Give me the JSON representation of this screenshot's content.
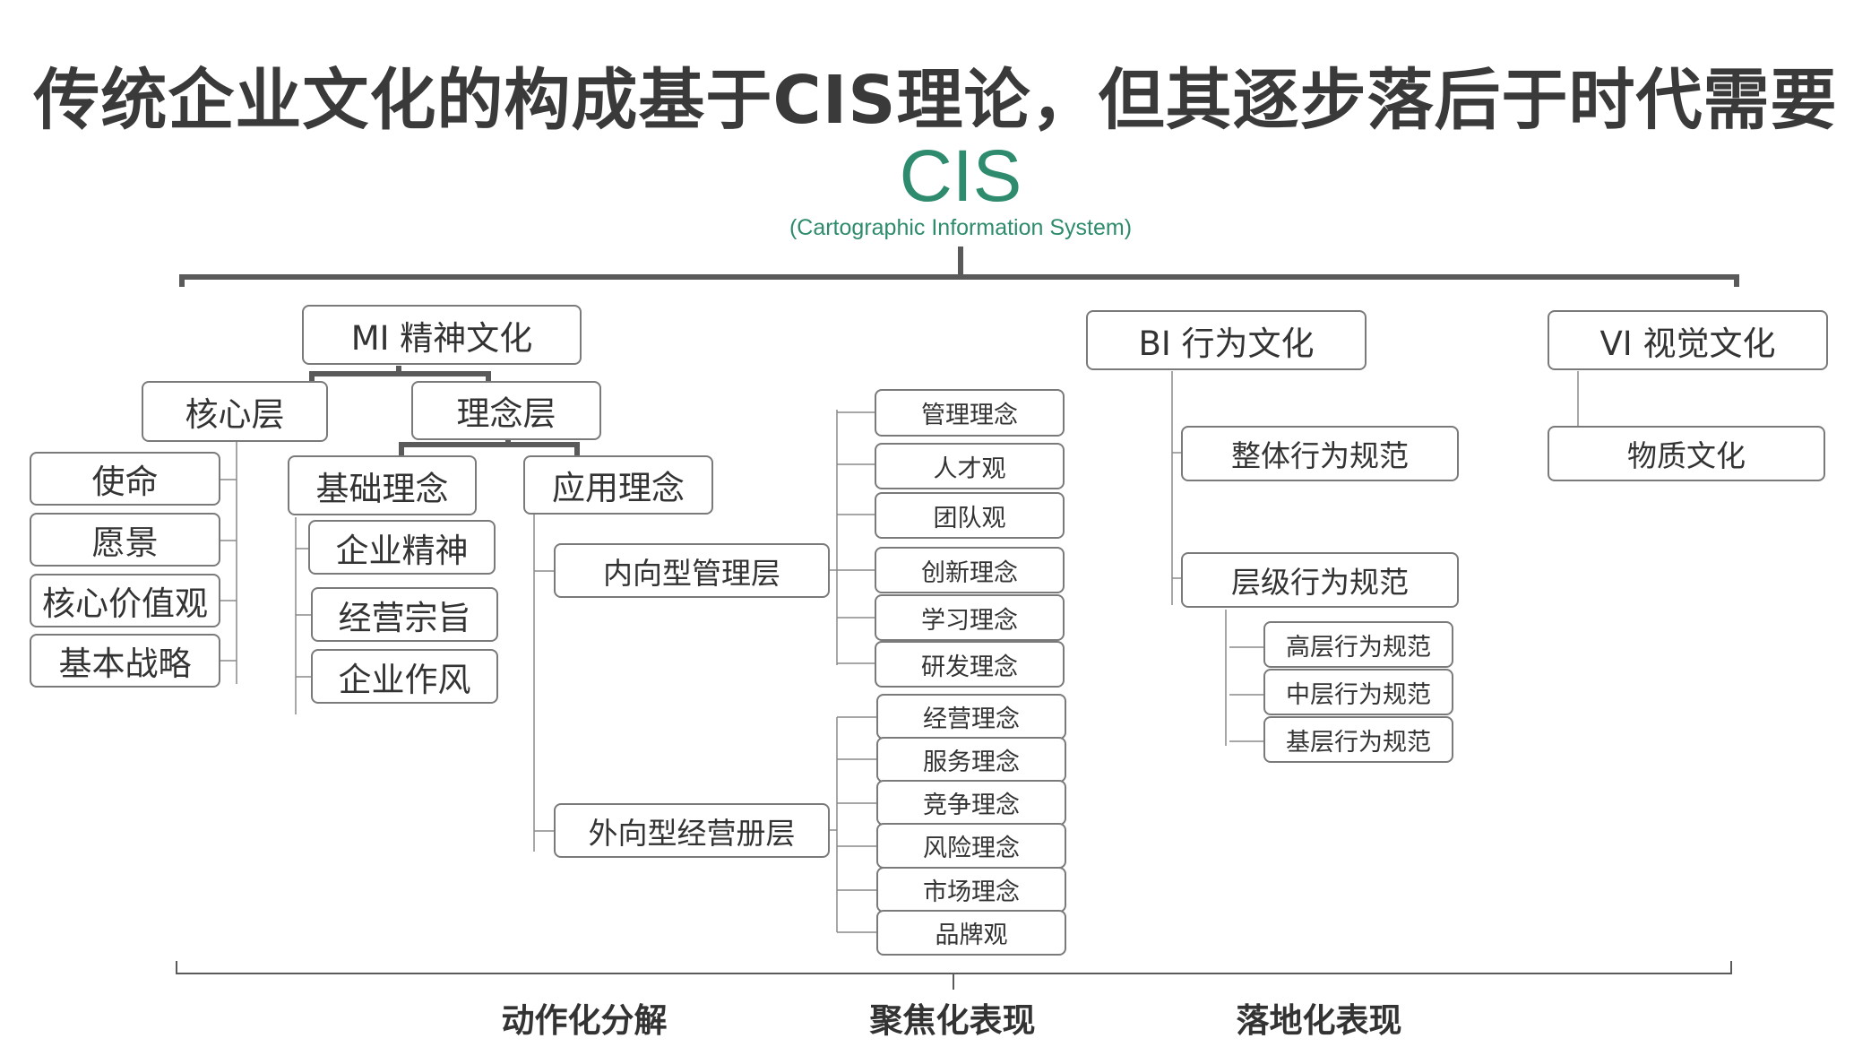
{
  "title": "传统企业文化的构成基于CIS理论，但其逐步落后于时代需要",
  "cis": {
    "label": "CIS",
    "subtitle": "(Cartographic  Information  System)"
  },
  "mi": {
    "label": "MI  精神文化",
    "core": {
      "label": "核心层",
      "items": [
        "使命",
        "愿景",
        "核心价值观",
        "基本战略"
      ]
    },
    "concept": {
      "label": "理念层",
      "basic": {
        "label": "基础理念",
        "items": [
          "企业精神",
          "经营宗旨",
          "企业作风"
        ]
      },
      "applied": {
        "label": "应用理念",
        "inward": {
          "label": "内向型管理层",
          "items": [
            "管理理念",
            "人才观",
            "团队观",
            "创新理念",
            "学习理念",
            "研发理念"
          ]
        },
        "outward": {
          "label": "外向型经营册层",
          "items": [
            "经营理念",
            "服务理念",
            "竞争理念",
            "风险理念",
            "市场理念",
            "品牌观"
          ]
        }
      }
    }
  },
  "bi": {
    "label": "BI  行为文化",
    "overall": {
      "label": "整体行为规范"
    },
    "level": {
      "label": "层级行为规范",
      "items": [
        "高层行为规范",
        "中层行为规范",
        "基层行为规范"
      ]
    }
  },
  "vi": {
    "label": "VI  视觉文化",
    "items": [
      "物质文化"
    ]
  },
  "bottom_labels": [
    "动作化分解",
    "聚焦化表现",
    "落地化表现"
  ]
}
